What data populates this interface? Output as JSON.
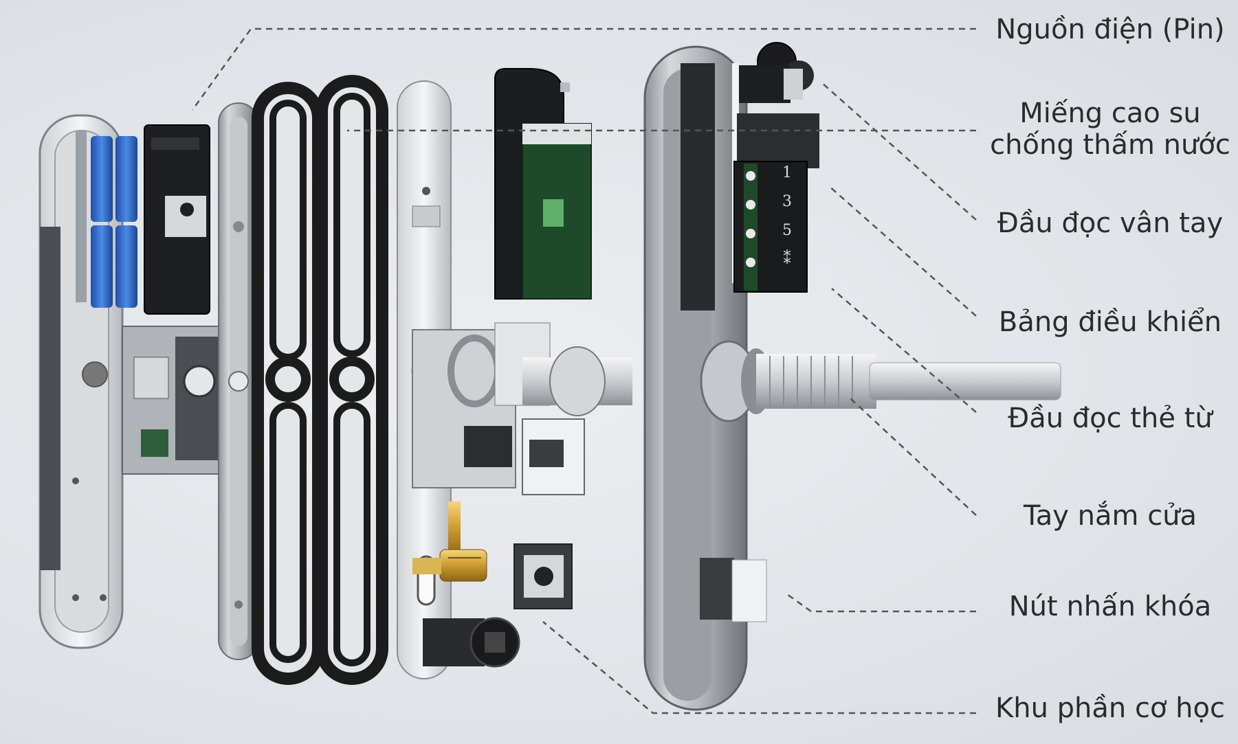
{
  "labels": [
    "Nguồn điện (Pin)",
    "Miếng cao su\nchống thấm nước",
    "Đầu đọc vân tay",
    "Bảng điều khiển",
    "Đầu đọc thẻ từ",
    "Tay nắm cửa",
    "Nút nhấn khóa",
    "Khu phần cơ học"
  ],
  "keypad": [
    "1",
    "3",
    "5",
    "⁑"
  ],
  "colors": {
    "label_text": "#2b2b2b",
    "leader_line": "#555555",
    "rubber_gasket": "#1c1c1c",
    "battery": "#2f6fd6",
    "circuit_board": "#1f4a2a",
    "metal_plate": "#b9bcc1"
  }
}
